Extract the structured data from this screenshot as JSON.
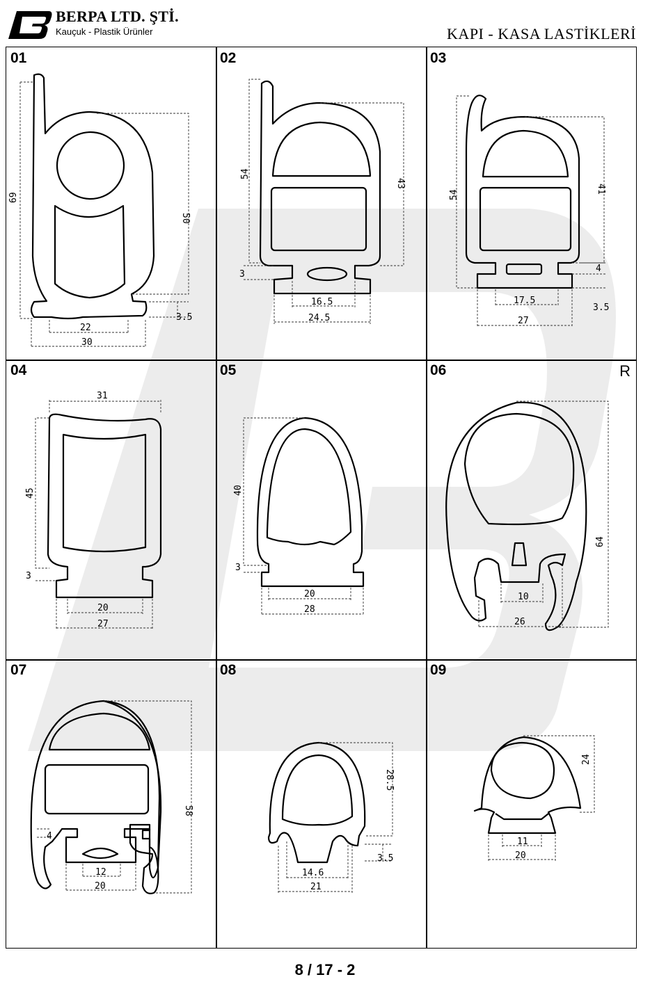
{
  "header": {
    "company": "BERPA LTD. ŞTİ.",
    "tagline": "Kauçuk - Plastik Ürünler",
    "catalog_title": "KAPI - KASA LASTİKLERİ"
  },
  "profiles": [
    {
      "no": "01",
      "flag": "",
      "dims": [
        "69",
        "50",
        "22",
        "30",
        "3.5"
      ]
    },
    {
      "no": "02",
      "flag": "",
      "dims": [
        "54",
        "43",
        "3",
        "16.5",
        "24.5"
      ]
    },
    {
      "no": "03",
      "flag": "",
      "dims": [
        "54",
        "41",
        "4",
        "17.5",
        "27",
        "3.5"
      ]
    },
    {
      "no": "04",
      "flag": "",
      "dims": [
        "31",
        "45",
        "3",
        "20",
        "27"
      ]
    },
    {
      "no": "05",
      "flag": "",
      "dims": [
        "40",
        "3",
        "20",
        "28"
      ]
    },
    {
      "no": "06",
      "flag": "R",
      "dims": [
        "64",
        "10",
        "26"
      ]
    },
    {
      "no": "07",
      "flag": "",
      "dims": [
        "58",
        "4",
        "12",
        "20"
      ]
    },
    {
      "no": "08",
      "flag": "",
      "dims": [
        "28.5",
        "3.5",
        "14.6",
        "21"
      ]
    },
    {
      "no": "09",
      "flag": "",
      "dims": [
        "24",
        "11",
        "20"
      ]
    }
  ],
  "footer": {
    "page_number": "8 / 17 - 2"
  },
  "colors": {
    "line": "#000000",
    "watermark": "#ececec"
  }
}
